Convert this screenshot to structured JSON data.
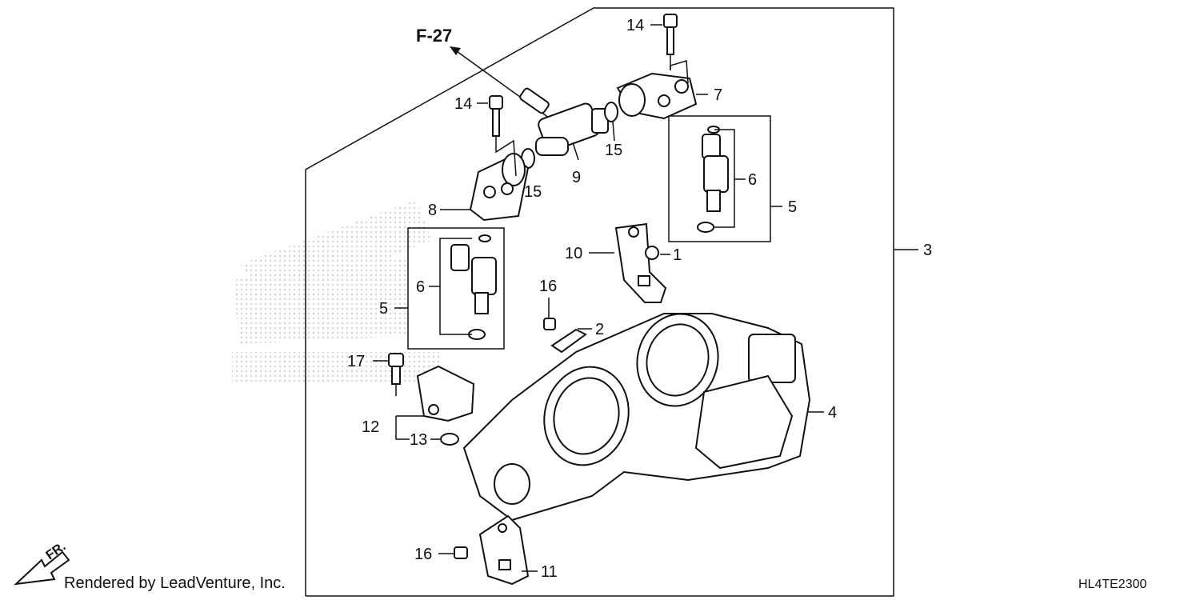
{
  "callouts": {
    "c1": "1",
    "c2": "2",
    "c3": "3",
    "c4": "4",
    "c5a": "5",
    "c5b": "5",
    "c6a": "6",
    "c6b": "6",
    "c7": "7",
    "c8": "8",
    "c9": "9",
    "c10": "10",
    "c11": "11",
    "c12": "12",
    "c13": "13",
    "c14a": "14",
    "c14b": "14",
    "c15a": "15",
    "c15b": "15",
    "c16a": "16",
    "c16b": "16",
    "c17": "17"
  },
  "reference": "F-27",
  "front_marker": "FR.",
  "footer": {
    "credit": "Rendered by LeadVenture, Inc.",
    "code": "HL4TE2300"
  },
  "colors": {
    "line": "#111111",
    "watermark": "#c8c8c8"
  }
}
